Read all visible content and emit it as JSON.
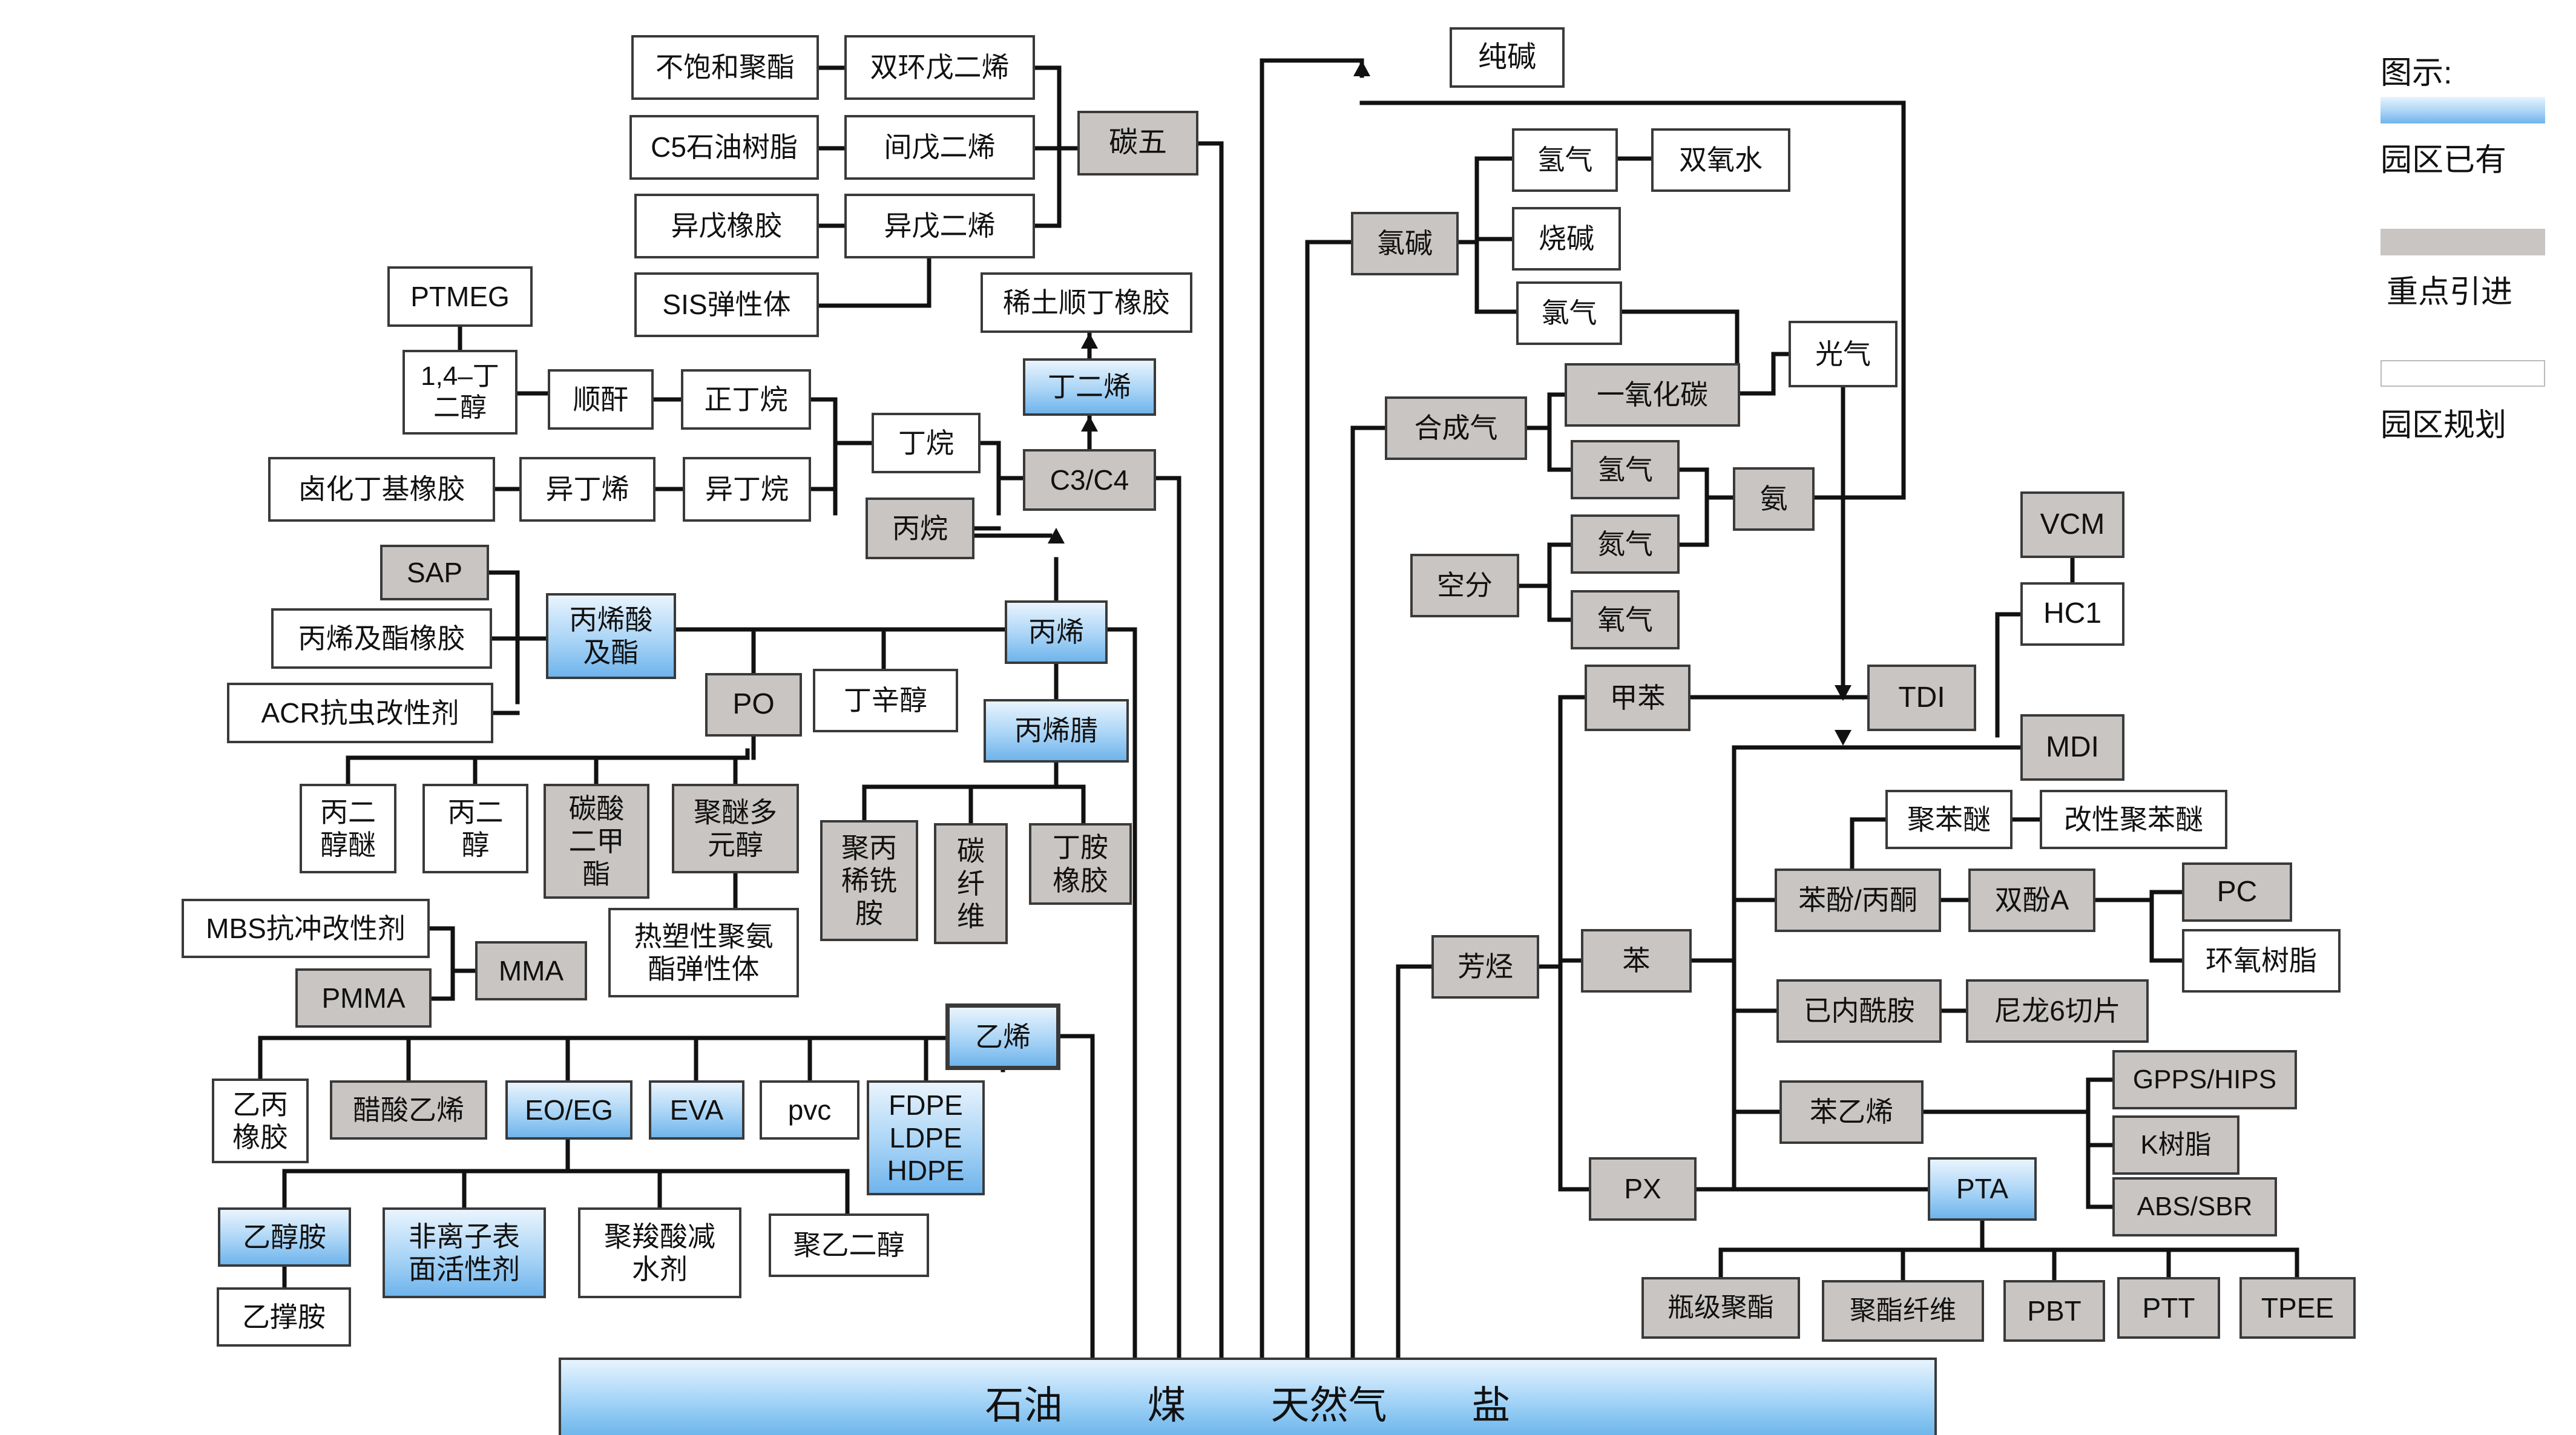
{
  "base_bar": [
    "石油",
    "煤",
    "天然气",
    "盐"
  ],
  "legend": {
    "title": "图示:",
    "items": [
      {
        "category": "have",
        "label": "园区已有"
      },
      {
        "category": "key",
        "label": "重点引进"
      },
      {
        "category": "plan",
        "label": "园区规划"
      }
    ]
  },
  "category_colors": {
    "have": "#6fb4ec",
    "key": "#c9c5c2",
    "plan": "#ffffff"
  },
  "nodes": {
    "bubaohe": {
      "label": "不饱和聚酯",
      "category": "plan"
    },
    "shuanghuan": {
      "label": "双环戊二烯",
      "category": "plan"
    },
    "c5resin": {
      "label": "C5石油树脂",
      "category": "plan"
    },
    "jianwu": {
      "label": "间戊二烯",
      "category": "plan"
    },
    "yiwurubber": {
      "label": "异戊橡胶",
      "category": "plan"
    },
    "yiwuerxi": {
      "label": "异戊二烯",
      "category": "plan"
    },
    "sis": {
      "label": "SIS弹性体",
      "category": "plan"
    },
    "tanwu": {
      "label": "碳五",
      "category": "key"
    },
    "xitu": {
      "label": "稀土顺丁橡胶",
      "category": "plan"
    },
    "dingerxi": {
      "label": "丁二烯",
      "category": "have"
    },
    "ptmeg": {
      "label": "PTMEG",
      "category": "plan"
    },
    "bdo": {
      "label": "1,4–丁\n二醇",
      "category": "plan"
    },
    "shungan": {
      "label": "顺酐",
      "category": "plan"
    },
    "zhengdingwan": {
      "label": "正丁烷",
      "category": "plan"
    },
    "dingwan": {
      "label": "丁烷",
      "category": "plan"
    },
    "c3c4": {
      "label": "C3/C4",
      "category": "key"
    },
    "luhua": {
      "label": "卤化丁基橡胶",
      "category": "plan"
    },
    "yidingxi": {
      "label": "异丁烯",
      "category": "plan"
    },
    "yidingwan": {
      "label": "异丁烷",
      "category": "plan"
    },
    "bingwan": {
      "label": "丙烷",
      "category": "key"
    },
    "sap": {
      "label": "SAP",
      "category": "key"
    },
    "bingxisuan": {
      "label": "丙烯酸\n及酯",
      "category": "have"
    },
    "bingxirubber": {
      "label": "丙烯及酯橡胶",
      "category": "plan"
    },
    "acr": {
      "label": "ACR抗虫改性剂",
      "category": "plan"
    },
    "bingxi": {
      "label": "丙烯",
      "category": "have"
    },
    "po": {
      "label": "PO",
      "category": "key"
    },
    "dingxinchun": {
      "label": "丁辛醇",
      "category": "plan"
    },
    "bingxijing": {
      "label": "丙烯腈",
      "category": "have"
    },
    "binger_mi": {
      "label": "丙二\n醇醚",
      "category": "plan"
    },
    "binger_chun": {
      "label": "丙二\n醇",
      "category": "plan"
    },
    "tansuan": {
      "label": "碳酸\n二甲\n酯",
      "category": "key"
    },
    "juemi": {
      "label": "聚醚多\n元醇",
      "category": "key"
    },
    "jubingxi": {
      "label": "聚丙\n稀铣\n胺",
      "category": "key"
    },
    "tanxianwei": {
      "label": "碳\n纤\n维",
      "category": "key"
    },
    "dingan": {
      "label": "丁胺\n橡胶",
      "category": "key"
    },
    "tpu": {
      "label": "热塑性聚氨\n酯弹性体",
      "category": "plan"
    },
    "mbs": {
      "label": "MBS抗冲改性剂",
      "category": "plan"
    },
    "mma": {
      "label": "MMA",
      "category": "key"
    },
    "pmma": {
      "label": "PMMA",
      "category": "key"
    },
    "yixi": {
      "label": "乙烯",
      "category": "have",
      "selected": true
    },
    "yibing": {
      "label": "乙丙\n橡胶",
      "category": "plan"
    },
    "cusuan": {
      "label": "醋酸乙烯",
      "category": "key"
    },
    "eoeg": {
      "label": "EO/EG",
      "category": "have"
    },
    "eva": {
      "label": "EVA",
      "category": "have"
    },
    "pvc": {
      "label": "pvc",
      "category": "plan"
    },
    "pe": {
      "label": "FDPE\nLDPE\nHDPE",
      "category": "have"
    },
    "yichunan": {
      "label": "乙醇胺",
      "category": "have"
    },
    "feilizi": {
      "label": "非离子表\n面活性剂",
      "category": "have"
    },
    "jusuo": {
      "label": "聚羧酸减\n水剂",
      "category": "plan"
    },
    "juyier": {
      "label": "聚乙二醇",
      "category": "plan"
    },
    "yichengan": {
      "label": "乙撑胺",
      "category": "plan"
    },
    "chunjian": {
      "label": "纯碱",
      "category": "plan"
    },
    "lvjian": {
      "label": "氯碱",
      "category": "key"
    },
    "qingqi1": {
      "label": "氢气",
      "category": "plan"
    },
    "shuangyang": {
      "label": "双氧水",
      "category": "plan"
    },
    "shaojian": {
      "label": "烧碱",
      "category": "plan"
    },
    "lvqi": {
      "label": "氯气",
      "category": "plan"
    },
    "guangqi": {
      "label": "光气",
      "category": "plan"
    },
    "hechengqi": {
      "label": "合成气",
      "category": "key"
    },
    "co": {
      "label": "一氧化碳",
      "category": "key"
    },
    "qingqi2": {
      "label": "氢气",
      "category": "key"
    },
    "an": {
      "label": "氨",
      "category": "key"
    },
    "kongfen": {
      "label": "空分",
      "category": "key"
    },
    "danqi": {
      "label": "氮气",
      "category": "key"
    },
    "yangqi": {
      "label": "氧气",
      "category": "key"
    },
    "vcm": {
      "label": "VCM",
      "category": "key"
    },
    "hc1": {
      "label": "HC1",
      "category": "plan"
    },
    "jiaben": {
      "label": "甲苯",
      "category": "key"
    },
    "tdi": {
      "label": "TDI",
      "category": "key"
    },
    "mdi": {
      "label": "MDI",
      "category": "key"
    },
    "jubenmi": {
      "label": "聚苯醚",
      "category": "plan"
    },
    "gaixing": {
      "label": "改性聚苯醚",
      "category": "plan"
    },
    "benfen": {
      "label": "苯酚/丙酮",
      "category": "key"
    },
    "shuangfen": {
      "label": "双酚A",
      "category": "key"
    },
    "pc": {
      "label": "PC",
      "category": "key"
    },
    "huanyang": {
      "label": "环氧树脂",
      "category": "plan"
    },
    "fangting": {
      "label": "芳烃",
      "category": "key"
    },
    "ben": {
      "label": "苯",
      "category": "key"
    },
    "jineixian": {
      "label": "已内酰胺",
      "category": "key"
    },
    "nilong": {
      "label": "尼龙6切片",
      "category": "key"
    },
    "benyixi": {
      "label": "苯乙烯",
      "category": "key"
    },
    "gpps": {
      "label": "GPPS/HIPS",
      "category": "key"
    },
    "kshuzhi": {
      "label": "K树脂",
      "category": "key"
    },
    "abs": {
      "label": "ABS/SBR",
      "category": "key"
    },
    "px": {
      "label": "PX",
      "category": "key"
    },
    "pta": {
      "label": "PTA",
      "category": "have"
    },
    "pingji": {
      "label": "瓶级聚酯",
      "category": "key"
    },
    "juzhi": {
      "label": "聚酯纤维",
      "category": "key"
    },
    "pbt": {
      "label": "PBT",
      "category": "key"
    },
    "ptt": {
      "label": "PTT",
      "category": "key"
    },
    "tpee": {
      "label": "TPEE",
      "category": "key"
    }
  }
}
